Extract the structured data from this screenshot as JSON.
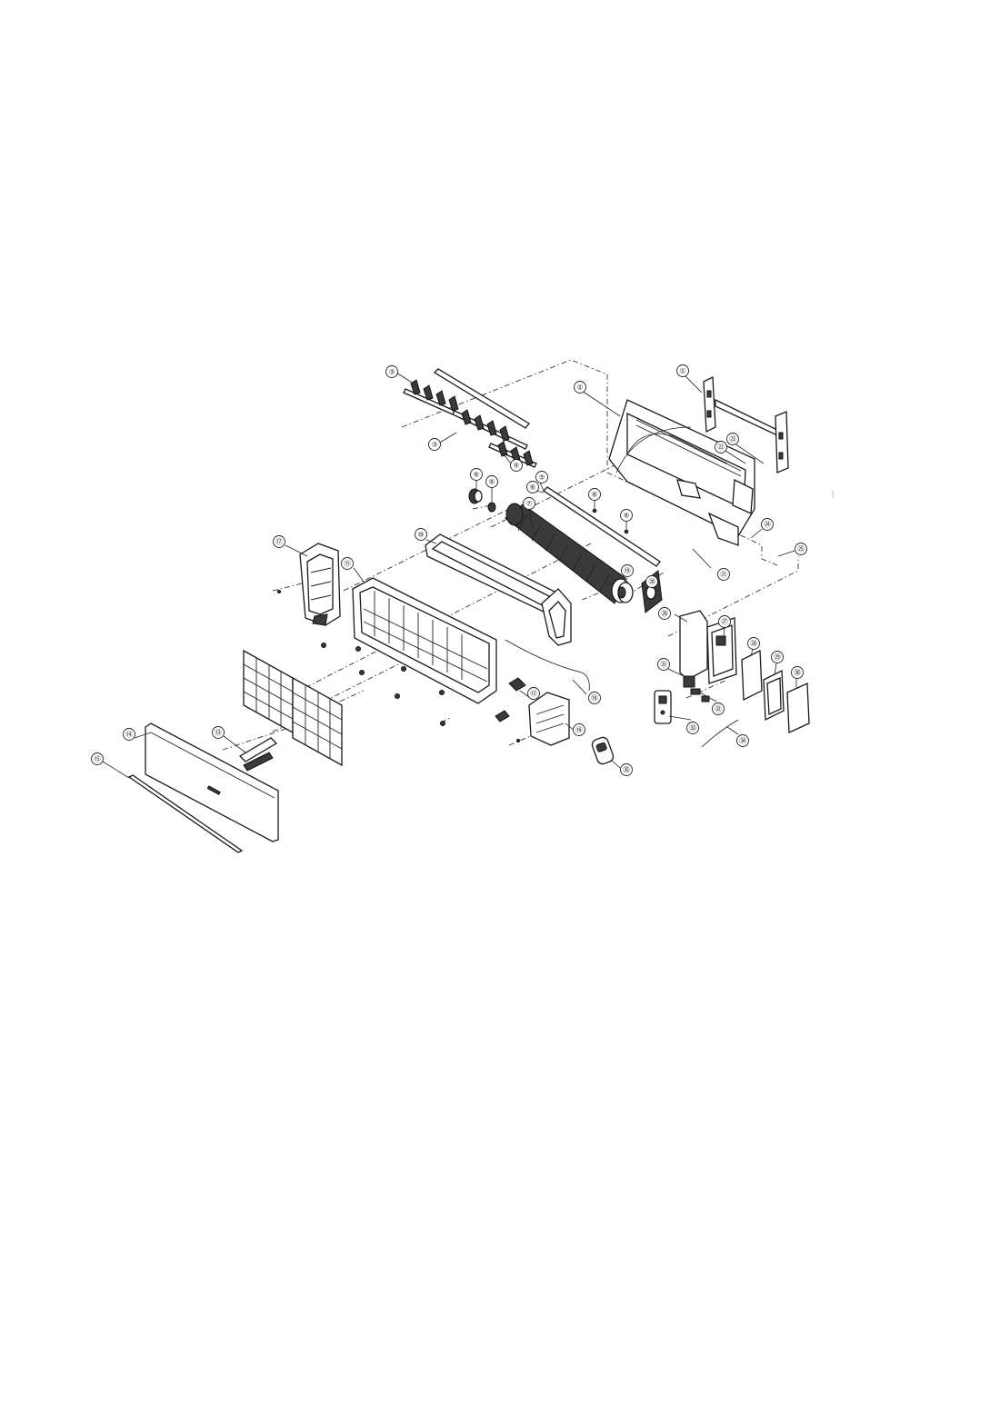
{
  "callouts": [
    {
      "id": "c1",
      "label": "①"
    },
    {
      "id": "c2",
      "label": "②"
    },
    {
      "id": "c3a",
      "label": "③"
    },
    {
      "id": "c3b",
      "label": "③"
    },
    {
      "id": "c4",
      "label": "④"
    },
    {
      "id": "c5",
      "label": "⑤"
    },
    {
      "id": "c6a",
      "label": "⑥"
    },
    {
      "id": "c6b",
      "label": "⑥"
    },
    {
      "id": "c6c",
      "label": "⑥"
    },
    {
      "id": "c6d",
      "label": "⑥"
    },
    {
      "id": "c6e",
      "label": "⑥"
    },
    {
      "id": "c7",
      "label": "⑦"
    },
    {
      "id": "c10",
      "label": "⑩"
    },
    {
      "id": "c11",
      "label": "⑪"
    },
    {
      "id": "c12",
      "label": "⑫"
    },
    {
      "id": "c13",
      "label": "⑬"
    },
    {
      "id": "c14",
      "label": "⑭"
    },
    {
      "id": "c15",
      "label": "⑮"
    },
    {
      "id": "c16",
      "label": "⑯"
    },
    {
      "id": "c17",
      "label": "⑰"
    },
    {
      "id": "c18",
      "label": "⑱"
    },
    {
      "id": "c19",
      "label": "⑲"
    },
    {
      "id": "c20",
      "label": "⑳"
    },
    {
      "id": "c21",
      "label": "㉑"
    },
    {
      "id": "c22",
      "label": "㉒"
    },
    {
      "id": "c23",
      "label": "㉓"
    },
    {
      "id": "c24",
      "label": "㉔"
    },
    {
      "id": "c25",
      "label": "㉕"
    },
    {
      "id": "c26",
      "label": "㉖"
    },
    {
      "id": "c27",
      "label": "㉗"
    },
    {
      "id": "c28",
      "label": "㉘"
    },
    {
      "id": "c29",
      "label": "㉙"
    },
    {
      "id": "c30",
      "label": "㉚"
    },
    {
      "id": "c31",
      "label": "㉛"
    },
    {
      "id": "c32",
      "label": "㉜"
    },
    {
      "id": "c33",
      "label": "㉝"
    },
    {
      "id": "c34",
      "label": "㉞"
    },
    {
      "id": "c35",
      "label": "㉟"
    }
  ]
}
